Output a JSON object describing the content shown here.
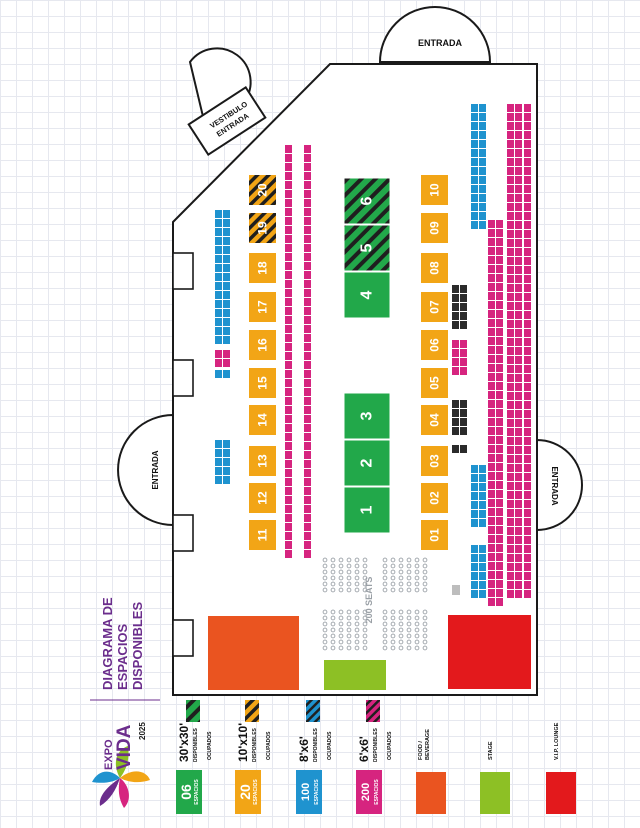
{
  "title": {
    "line1": "DIAGRAMA DE",
    "line2": "ESPACIOS",
    "line3": "DISPONIBLES"
  },
  "logo": {
    "expo": "EXPO",
    "vida": "VIDA",
    "year": "2025"
  },
  "entrances": {
    "top_right": "ENTRADA",
    "left": "ENTRADA",
    "bottom_right": "ENTRADA",
    "vestibule_line1": "VESTIBULO",
    "vestibule_line2": "ENTRADA"
  },
  "stage_seats_label": "200 SEATS",
  "legend": [
    {
      "count": "06",
      "unit": "ESPACIOS",
      "size": "30'x30'",
      "available": "DISPONIBLES",
      "occupied": "OCUPADOS",
      "color": "#22a84a"
    },
    {
      "count": "20",
      "unit": "ESPACIOS",
      "size": "10'x10'",
      "available": "DISPONIBLES",
      "occupied": "OCUPADOS",
      "color": "#f2a516"
    },
    {
      "count": "100",
      "unit": "ESPACIOS",
      "size": "8'x6'",
      "available": "DISPONIBLES",
      "occupied": "OCUPADOS",
      "color": "#1f93cf"
    },
    {
      "count": "200",
      "unit": "ESPACIOS",
      "size": "6'x6'",
      "available": "DISPONIBLES",
      "occupied": "OCUPADOS",
      "color": "#d6247f"
    }
  ],
  "areas": [
    {
      "label": "FOOD / BEVERAGE",
      "color": "#ea5420"
    },
    {
      "label": "STAGE",
      "color": "#8dc025"
    },
    {
      "label": "V.I.P. LOUNGE",
      "color": "#e3191c"
    }
  ],
  "large_booths": [
    "1",
    "2",
    "3",
    "4",
    "5",
    "6"
  ],
  "large_booths_occupied": [
    "5",
    "6"
  ],
  "medium_booths": [
    "01",
    "02",
    "03",
    "04",
    "05",
    "06",
    "07",
    "08",
    "09",
    "10",
    "11",
    "12",
    "13",
    "14",
    "15",
    "16",
    "17",
    "18",
    "19",
    "20"
  ],
  "medium_booths_occupied": [
    "19",
    "20"
  ],
  "colors": {
    "purple": "#6b2d8c",
    "dark_occupied": "#2b2b2b"
  }
}
